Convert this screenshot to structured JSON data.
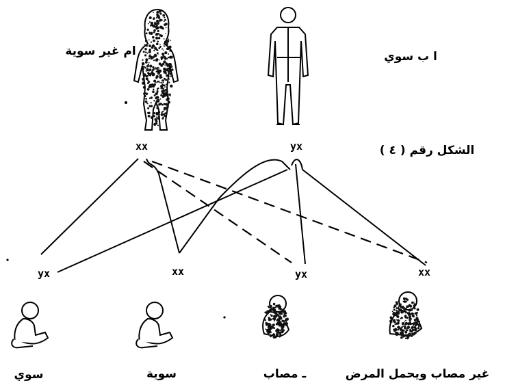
{
  "figure_caption": "الشكل رقم ( ٤ )",
  "parents": {
    "mother": {
      "label": "ام غير سوية",
      "genotype": "xx",
      "icon": "woman-figure-speckled"
    },
    "father": {
      "label": "ا ب سوي",
      "genotype": "yx",
      "icon": "man-figure-outline"
    }
  },
  "children": [
    {
      "genotype": "yx",
      "label": "سوي",
      "icon": "baby-outline"
    },
    {
      "genotype": "xx",
      "label": "سوية",
      "icon": "baby-outline"
    },
    {
      "genotype": "yx",
      "label": "ـ مصاب",
      "icon": "baby-speckled"
    },
    {
      "genotype": "xx",
      "label": "غير مصاب ويحمل المرض",
      "icon": "baby-speckled"
    }
  ]
}
